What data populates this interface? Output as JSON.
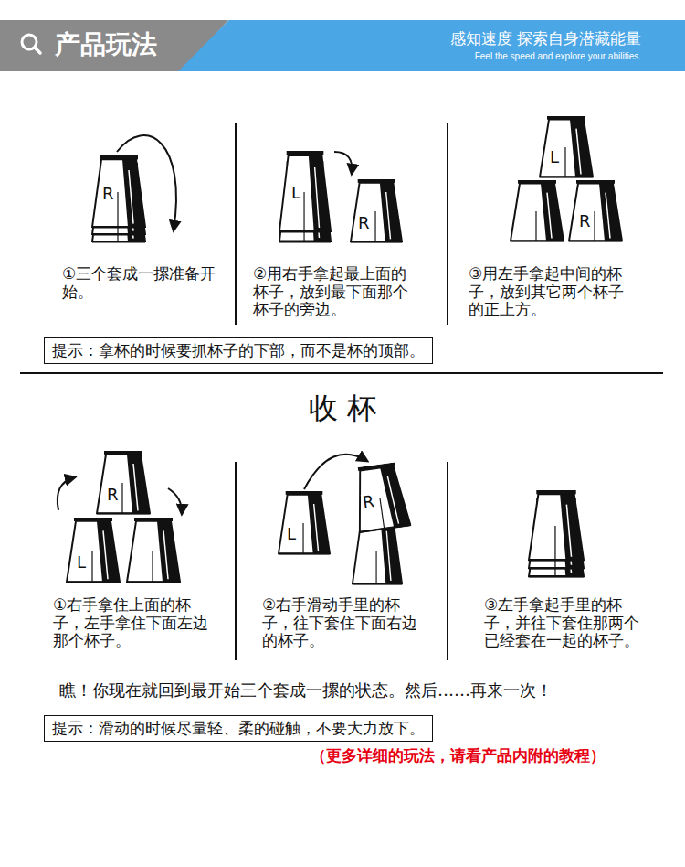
{
  "diagram": {
    "nodes": [
      {
        "text": [
          "产品玩法"
        ]
      },
      {
        "text": [
          "感知速度 探索自身潜藏能量",
          "Feel the speed and explore your abilities."
        ]
      },
      {
        "text": [
          "提示：拿杯的时候要抓杯子的下部，而不是杯的顶部。"
        ]
      },
      {
        "text": [
          "提示：滑动的时候尽量轻、柔的碰触，不要大力放下。"
        ]
      }
    ],
    "labels": [
      "R",
      "①三个套成一摞准备开始。",
      "L",
      "R",
      "②用右手拿起最上面的杯子，放到最下面那个杯子的旁边。",
      "L",
      "R",
      "③用左手拿起中间的杯子，放到其它两个杯子的正上方。",
      "收 杯",
      "R",
      "L",
      "①右手拿住上面的杯子，左手拿住下面左边那个杯子。",
      "L",
      "R",
      "②右手滑动手里的杯子，往下套住下面右边的杯子。",
      "③左手拿起手里的杯子，并往下套住那两个已经套在一起的杯子。",
      "瞧！你现在就回到最开始三个套成一摞的状态。然后……再来一次！",
      "（更多详细的玩法，请看产品内附的教程）"
    ]
  }
}
